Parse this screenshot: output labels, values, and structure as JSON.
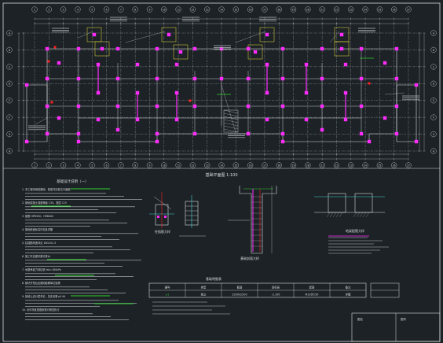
{
  "colors": {
    "background": "#1d2226",
    "lines": "#d9dde0",
    "dim": "#b8bec2",
    "columns": "#ff2cff",
    "notes": "#2fd12f",
    "red": "#ff2020",
    "cyan": "#3fd7d7",
    "yellow": "#e8e23a"
  },
  "plan": {
    "title": "基础平面图 1:100",
    "grid_top_numbers": [
      "1",
      "2",
      "3",
      "4",
      "5",
      "6",
      "7",
      "8",
      "9",
      "10",
      "11",
      "12",
      "13",
      "14",
      "15",
      "16",
      "17",
      "18",
      "19",
      "20",
      "21",
      "22",
      "23",
      "24",
      "25",
      "26",
      "27"
    ],
    "grid_left_letters": [
      "A",
      "B",
      "C",
      "D",
      "E",
      "F",
      "G",
      "H"
    ]
  },
  "notes": {
    "heading": "基础设计说明（一）",
    "lines": [
      "1. 本工程采用桩基础，桩型详见桩位平面图",
      "2. 基础混凝土强度等级 C30，垫层 C15",
      "3. 钢筋 HPB300、HRB400",
      "4. 基础底面标高详见各详图",
      "5. 柱插筋构造详见 16G101-3",
      "6. 施工时应做好基坑排水",
      "7. 地基承载力特征值 fak=180kPa",
      "8. 基坑开挖后应通知勘察单位验槽",
      "9. 回填土应分层夯实，压实系数≥0.94",
      "10. 未尽事宜按国家现行规范执行"
    ]
  },
  "details": {
    "detail1": "柱插筋大样",
    "detail2": "基础剖面大样",
    "detail3": "地梁配筋大样"
  },
  "table": {
    "title": "基础明细表",
    "headers": [
      "编号",
      "类型",
      "截面",
      "底标高",
      "配筋",
      "备注"
    ],
    "row": [
      "J-1",
      "独立",
      "2200x2200",
      "-2.100",
      "Φ12@150",
      "详图"
    ]
  },
  "title_block": {
    "label1": "图名",
    "label2": "图号"
  }
}
